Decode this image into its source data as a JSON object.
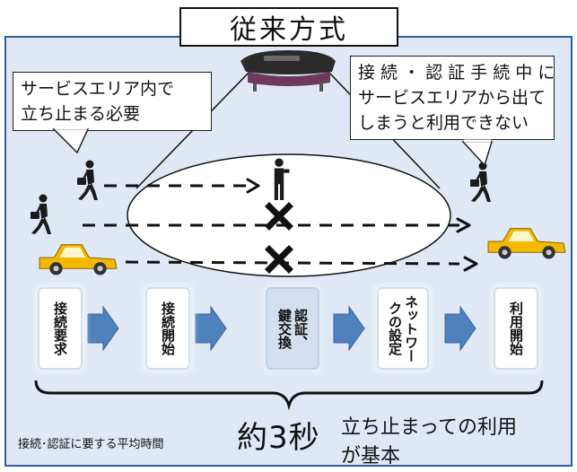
{
  "title": "従来方式",
  "callout_left": {
    "lines": [
      "サービスエリア内で",
      "立ち止まる必要"
    ]
  },
  "callout_right": {
    "lines": [
      "接 続 ・ 認 証 手 続 中 に",
      "サービスエリアから出て",
      "しまうと利用できない"
    ]
  },
  "steps": [
    {
      "lines": [
        "接続要求"
      ]
    },
    {
      "lines": [
        "接続開始"
      ]
    },
    {
      "lines": [
        "認証、",
        "鍵交換"
      ]
    },
    {
      "lines": [
        "ネットワー",
        "クの設定"
      ]
    },
    {
      "lines": [
        "利用開始"
      ]
    }
  ],
  "footer": {
    "label": "接続･認証に要する平均時間",
    "value": "約3秒",
    "note_line1": "立ち止まっての利用",
    "note_line2": "が基本"
  },
  "icons": [
    "access-point-icon",
    "walking-person-icon",
    "standing-person-icon",
    "car-icon",
    "x-mark-icon",
    "right-arrow-icon"
  ],
  "colors": {
    "panel_bg": "#dfe8f4",
    "panel_border": "#2c5d98",
    "arrow_fill": "#4f81bd",
    "car_body": "#f5b800"
  }
}
